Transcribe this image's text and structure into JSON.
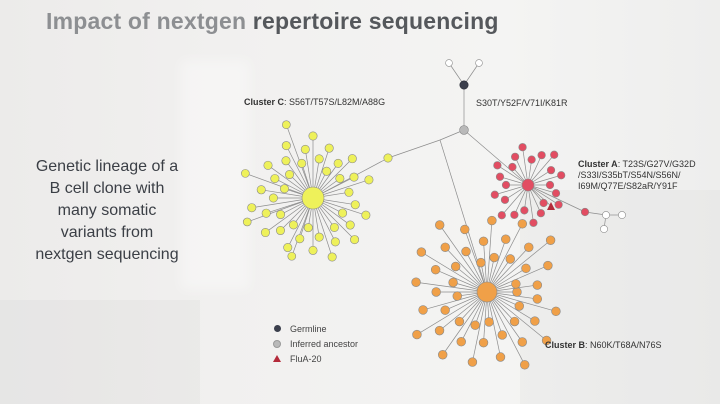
{
  "title_part1": "Impact of nextgen",
  "title_part2": "repertoire sequencing",
  "left_text": [
    "Genetic lineage of a",
    "B cell clone with",
    "many somatic",
    "variants from",
    "nextgen sequencing"
  ],
  "labels": {
    "cluster_c_name": "Cluster C",
    "cluster_c_mut": ": S56T/T57S/L82M/A88G",
    "top_mut": "S30T/Y52F/V71I/K81R",
    "cluster_a_name": "Cluster A",
    "cluster_a_line1": ": T23S/G27V/G32D",
    "cluster_a_line2": "/S33I/S35bT/S54N/S56N/",
    "cluster_a_line3": "I69M/Q77E/S82aR/Y91F",
    "cluster_b_name": "Cluster B",
    "cluster_b_mut": ": N60K/T68A/N76S"
  },
  "legend": [
    {
      "label": "Germline",
      "color": "#3b3f4c",
      "shape": "circle"
    },
    {
      "label": "Inferred ancestor",
      "color": "#b9b9b9",
      "shape": "circle"
    },
    {
      "label": "FluA-20",
      "color": "#b42a3a",
      "shape": "triangle"
    }
  ],
  "colors": {
    "cluster_c": "#eef15a",
    "cluster_a": "#e24d62",
    "cluster_b": "#f0a048",
    "germline": "#3b3f4c",
    "inferred": "#b9b9b9"
  }
}
